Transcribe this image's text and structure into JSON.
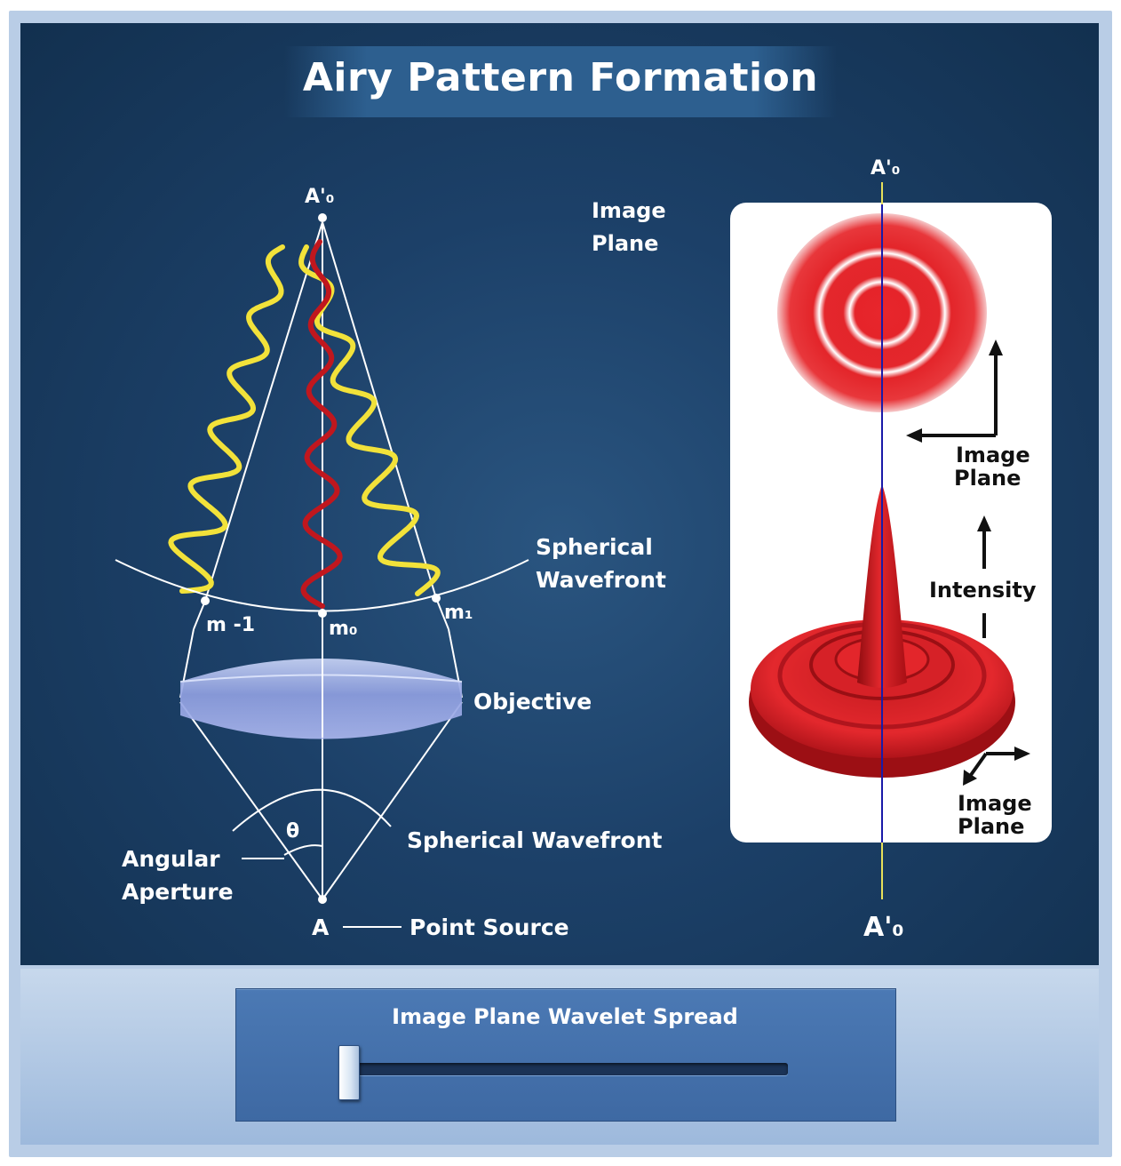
{
  "title": "Airy Pattern Formation",
  "labels": {
    "top_point": "A'₀",
    "image_plane": [
      "Image",
      "Plane"
    ],
    "spherical_wavefront_top": [
      "Spherical",
      "Wavefront"
    ],
    "m_minus1": "m -1",
    "m_zero": "m₀",
    "m_one": "m₁",
    "objective": "Objective",
    "theta": "θ",
    "spherical_wavefront_bottom": "Spherical Wavefront",
    "angular_aperture": [
      "Angular",
      "Aperture"
    ],
    "point_a": "A",
    "point_source": "Point Source",
    "right_top_axis": "A'₀",
    "right_bottom_axis": "A'₀",
    "ring_image_plane": [
      "Image",
      "Plane"
    ],
    "intensity": "Intensity",
    "peak_image_plane": [
      "Image",
      "Plane"
    ]
  },
  "control": {
    "label": "Image Plane Wavelet Spread",
    "value": 0
  },
  "colors": {
    "background": "#1c4068",
    "yellow_wave": "#f2e23a",
    "red_wave": "#c0171e",
    "airy_red": "#e0262b",
    "axis_line": "#1a1aa8"
  }
}
